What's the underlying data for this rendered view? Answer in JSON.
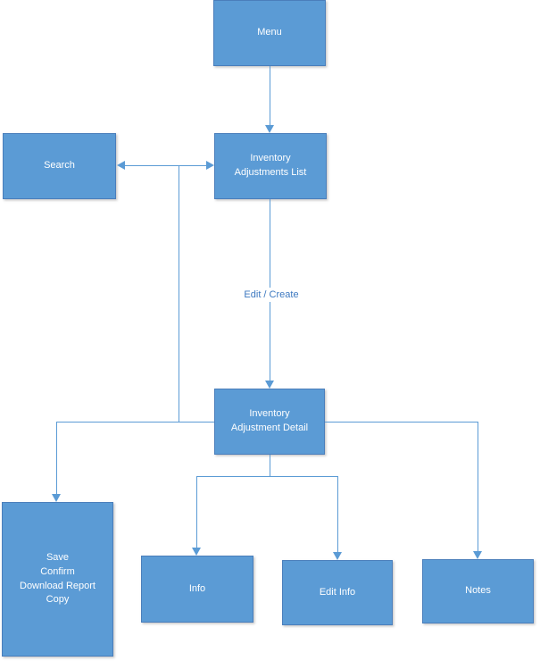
{
  "diagram": {
    "type": "flowchart",
    "nodes": {
      "menu": {
        "label": "Menu"
      },
      "search": {
        "label": "Search"
      },
      "adjustments_list": {
        "label": "Inventory Adjustments List"
      },
      "adjustment_detail": {
        "label": "Inventory Adjustment Detail"
      },
      "actions": {
        "lines": [
          "Save",
          "Confirm",
          "Download Report",
          "Copy"
        ]
      },
      "info": {
        "label": "Info"
      },
      "edit_info": {
        "label": "Edit Info"
      },
      "notes": {
        "label": "Notes"
      }
    },
    "edges": {
      "list_to_detail_label": "Edit / Create"
    },
    "colors": {
      "node_fill": "#5B9BD5",
      "node_border": "#4A7EBB",
      "node_text": "#FFFFFF",
      "connector": "#5B9BD5",
      "edge_label_text": "#3C78C0",
      "background": "#FFFFFF"
    }
  }
}
